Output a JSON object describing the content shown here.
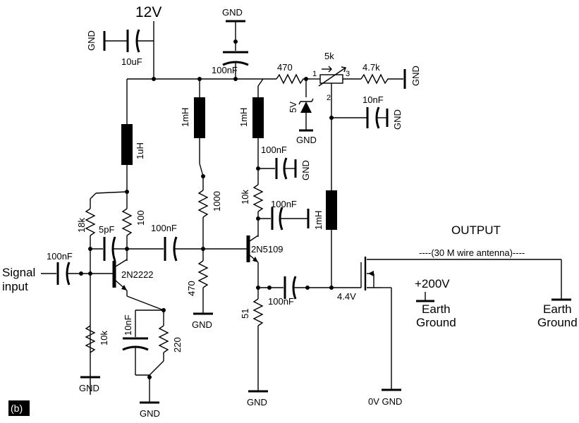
{
  "supply": "12V",
  "panel_label": "(b)",
  "labels": {
    "gnd": "GND",
    "signal_input_1": "Signal",
    "signal_input_2": "input",
    "output": "OUTPUT",
    "antenna": "----(30 M wire antenna)----",
    "earth_1": "Earth",
    "earth_2": "Ground",
    "hv": "+200V",
    "zero_v_gnd": "0V GND",
    "node_voltage": "4.4V",
    "pot_pin1": "1",
    "pot_pin2": "2",
    "pot_pin3": "3"
  },
  "components": {
    "c_10uF": "10uF",
    "c_100nF_top": "100nF",
    "r_470_top": "470",
    "pot_5k": "5k",
    "r_4k7": "4.7k",
    "zener_5V": "5V",
    "c_10nF_right": "10nF",
    "l_1uH": "1uH",
    "l_1mH_a": "1mH",
    "l_1mH_b": "1mH",
    "l_1mH_c": "1mH",
    "c_100nF_mid": "100nF",
    "r_10k_drain": "10k",
    "c_100nF_drain": "100nF",
    "r_1000": "1000",
    "r_18k": "18k",
    "c_5pF": "5pF",
    "r_100": "100",
    "c_100nF_couple": "100nF",
    "c_100nF_input": "100nF",
    "q_2N2222": "2N2222",
    "q_2N5109": "2N5109",
    "r_470_bias": "470",
    "c_10nF_emitter": "10nF",
    "r_220": "220",
    "r_10k_base": "10k",
    "r_51": "51",
    "c_100nF_out": "100nF"
  }
}
